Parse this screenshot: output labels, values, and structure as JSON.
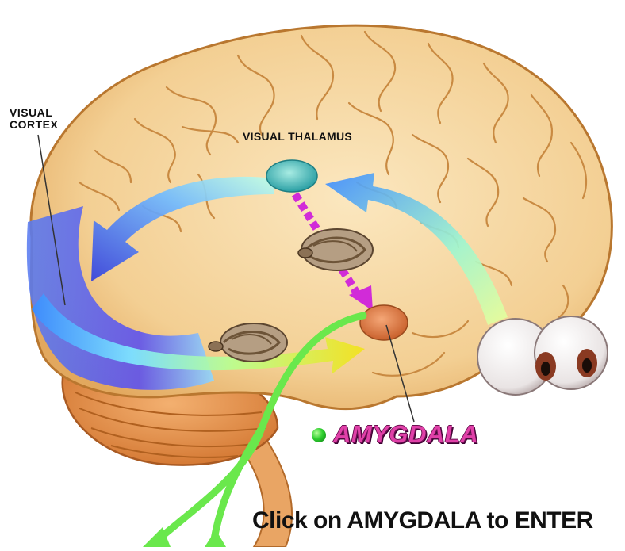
{
  "labels": {
    "visual_cortex": "VISUAL\nCORTEX",
    "visual_thalamus": "VISUAL THALAMUS",
    "amygdala": "AMYGDALA"
  },
  "instruction": "Click on AMYGDALA to ENTER",
  "icons": {
    "amygdala_marker": "green-dot-icon",
    "snake_top": "snake-icon",
    "snake_bottom": "snake-icon",
    "eyes": "eyes-icon"
  },
  "colors": {
    "brain": "#f6d59c",
    "brain_outline": "#c98a42",
    "cerebellum": "#e89a55",
    "thalamus": "#4fc7c0",
    "amygdala": "#e08752",
    "dashed_arrow": "#d12bd8",
    "green_arrow": "#6ae84c",
    "amygdala_label": "#e040a8"
  }
}
